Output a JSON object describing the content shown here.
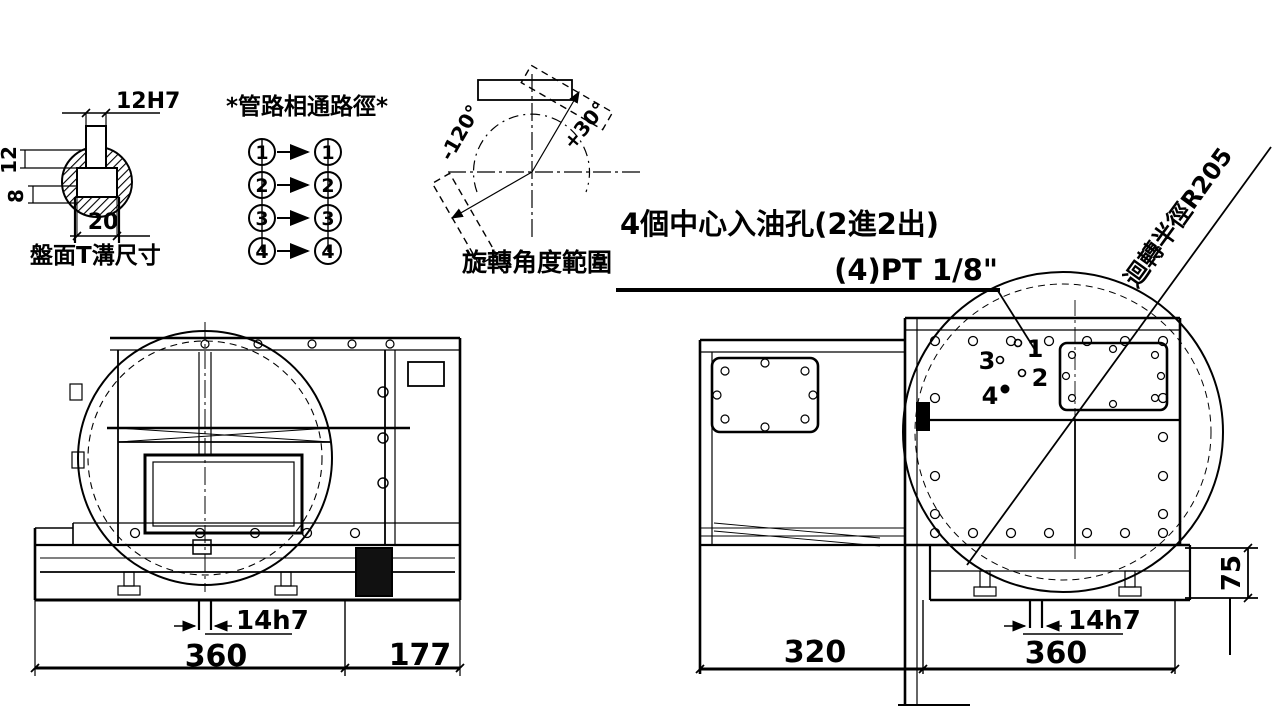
{
  "colors": {
    "ink": "#000000",
    "background": "#ffffff"
  },
  "tslot_detail": {
    "caption": "盤面T溝尺寸",
    "dim_slot": "12H7",
    "dim_depth_upper": "12",
    "dim_depth_lower": "8",
    "dim_slot_bottom": "20"
  },
  "pipe_paths": {
    "title": "*管路相通路徑*",
    "rows": [
      {
        "from": "1",
        "to": "1"
      },
      {
        "from": "2",
        "to": "2"
      },
      {
        "from": "3",
        "to": "3"
      },
      {
        "from": "4",
        "to": "4"
      }
    ]
  },
  "rotation_range": {
    "caption": "旋轉角度範圍",
    "angle_negative": "-120°",
    "angle_positive": "+30°"
  },
  "notes": {
    "oil_ports": "4個中心入油孔(2進2出)",
    "thread_spec": "(4)PT 1/8\"",
    "swing_radius": "迴轉半徑R205"
  },
  "front_view": {
    "dim_key_width": "14h7",
    "dim_table_width": "360",
    "dim_side": "177"
  },
  "top_view": {
    "dim_body": "320",
    "dim_table_width": "360",
    "dim_key_width": "14h7",
    "dim_height": "75",
    "port_labels": [
      "1",
      "2",
      "3",
      "4"
    ]
  }
}
